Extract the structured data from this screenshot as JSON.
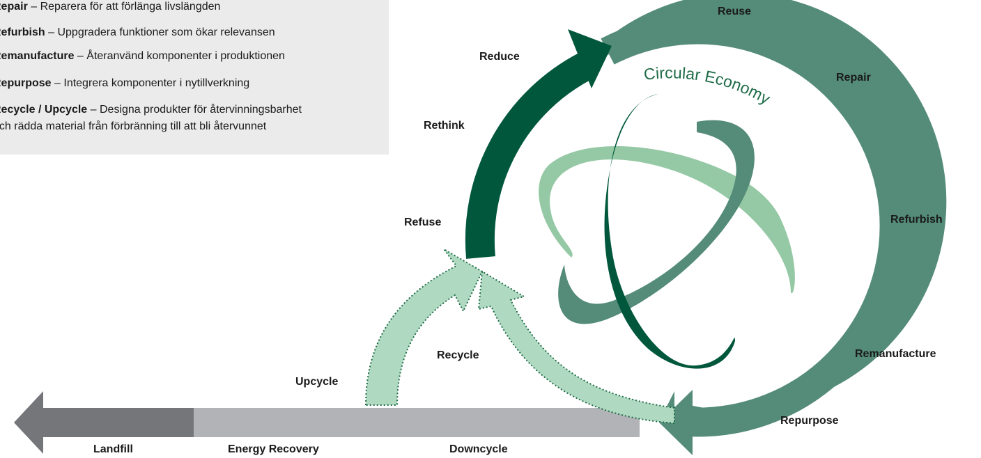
{
  "definitions": [
    {
      "term": "Repair",
      "text": " – Reparera för att förlänga livslängden"
    },
    {
      "term": "Refurbish",
      "text": " – Uppgradera funktioner som ökar relevansen"
    },
    {
      "term": "Remanufacture",
      "text": " – Återanvänd komponenter i produktionen"
    },
    {
      "term": "Repurpose",
      "text": " – Integrera komponenter i nytillverkning"
    },
    {
      "term": "Recycle / Upcycle",
      "text": " – Designa produkter för återvinningsbarhet"
    },
    {
      "term": "",
      "text": "och rädda material från förbränning till att bli återvunnet"
    }
  ],
  "circle_title": "Circular Economy",
  "cycle_labels": {
    "reuse": "Reuse",
    "repair": "Repair",
    "refurbish": "Refurbish",
    "remanufacture": "Remanufacture",
    "repurpose": "Repurpose",
    "reduce": "Reduce",
    "rethink": "Rethink",
    "refuse": "Refuse",
    "recycle": "Recycle",
    "upcycle": "Upcycle"
  },
  "linear_labels": {
    "landfill": "Landfill",
    "energy_recovery": "Energy Recovery",
    "downcycle": "Downcycle"
  },
  "colors": {
    "dark_green": "#00573b",
    "mid_green": "#548c79",
    "light_green": "#95c9a5",
    "pale_green": "#b0d9c2",
    "grey_dark": "#75767a",
    "grey_light": "#b1b3b6",
    "textbox_bg": "#ebebeb"
  }
}
